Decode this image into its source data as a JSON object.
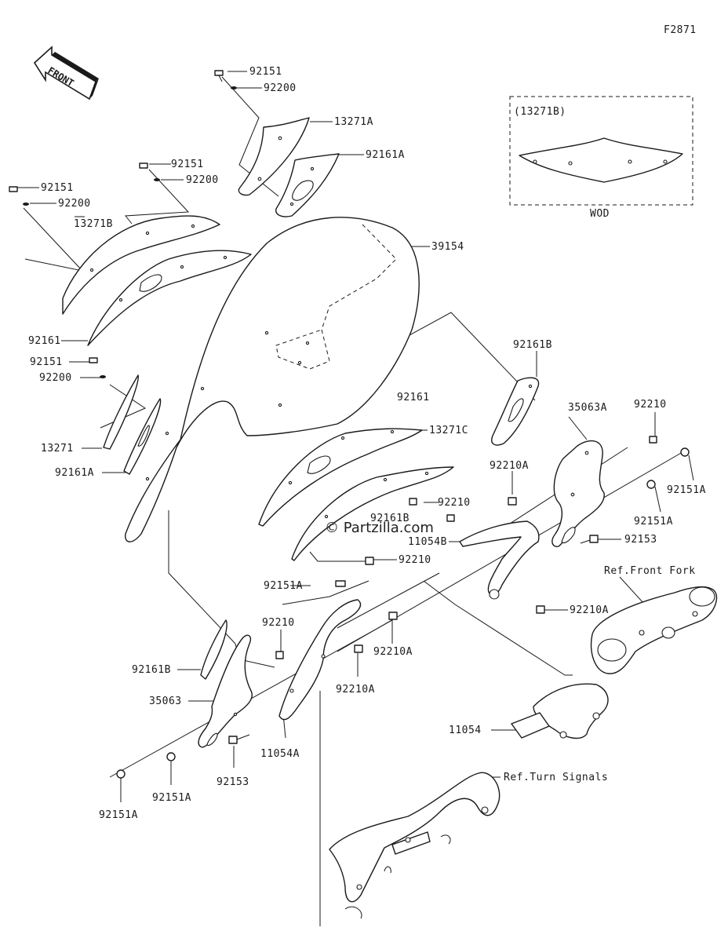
{
  "figure_code": "F2871",
  "front_arrow": {
    "text": "FRONT"
  },
  "inset": {
    "title": "(13271B)",
    "caption": "WOD"
  },
  "watermark": "© Partzilla.com",
  "labels": {
    "p92151_top": "92151",
    "p92200_top": "92200",
    "p13271A": "13271A",
    "p92161A_top": "92161A",
    "p92151_l2": "92151",
    "p92200_l2": "92200",
    "p92151_l1": "92151",
    "p92200_l1": "92200",
    "p13271B": "13271B",
    "p39154": "39154",
    "p92161_left": "92161",
    "p92151_mid": "92151",
    "p92200_mid": "92200",
    "p13271": "13271",
    "p92161A_left": "92161A",
    "p92161_right": "92161",
    "p13271C": "13271C",
    "p92161B_right": "92161B",
    "p35063A": "35063A",
    "p92210_right": "92210",
    "p92151A_r1": "92151A",
    "p92151A_r2": "92151A",
    "p92153_right": "92153",
    "p92210A_top": "92210A",
    "p92210_mid": "92210",
    "p92161B_partial": "92161B",
    "p11054B": "11054B",
    "p92210_low": "92210",
    "p92210A_right": "92210A",
    "ref_front_fork": "Ref.Front Fork",
    "p92151A_mid": "92151A",
    "p92210_left": "92210",
    "p92161B_left": "92161B",
    "p35063": "35063",
    "p92210A_a": "92210A",
    "p92210A_b": "92210A",
    "p11054": "11054",
    "p11054A": "11054A",
    "p92153_left": "92153",
    "p92151A_bl2": "92151A",
    "p92151A_bl1": "92151A",
    "ref_turn_signals": "Ref.Turn Signals"
  }
}
